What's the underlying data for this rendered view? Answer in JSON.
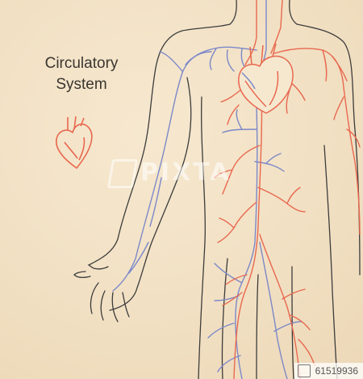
{
  "title": {
    "line1": "Circulatory",
    "line2": "System"
  },
  "watermark": {
    "text": "PIXTA"
  },
  "footer": {
    "id": "61519936"
  },
  "colors": {
    "artery": "#e8684f",
    "vein": "#7c88c9",
    "outline": "#3c3c3c",
    "background": "#f3e3c8"
  },
  "icons": {
    "heart": "heart-icon",
    "logo": "pixta-logo"
  }
}
